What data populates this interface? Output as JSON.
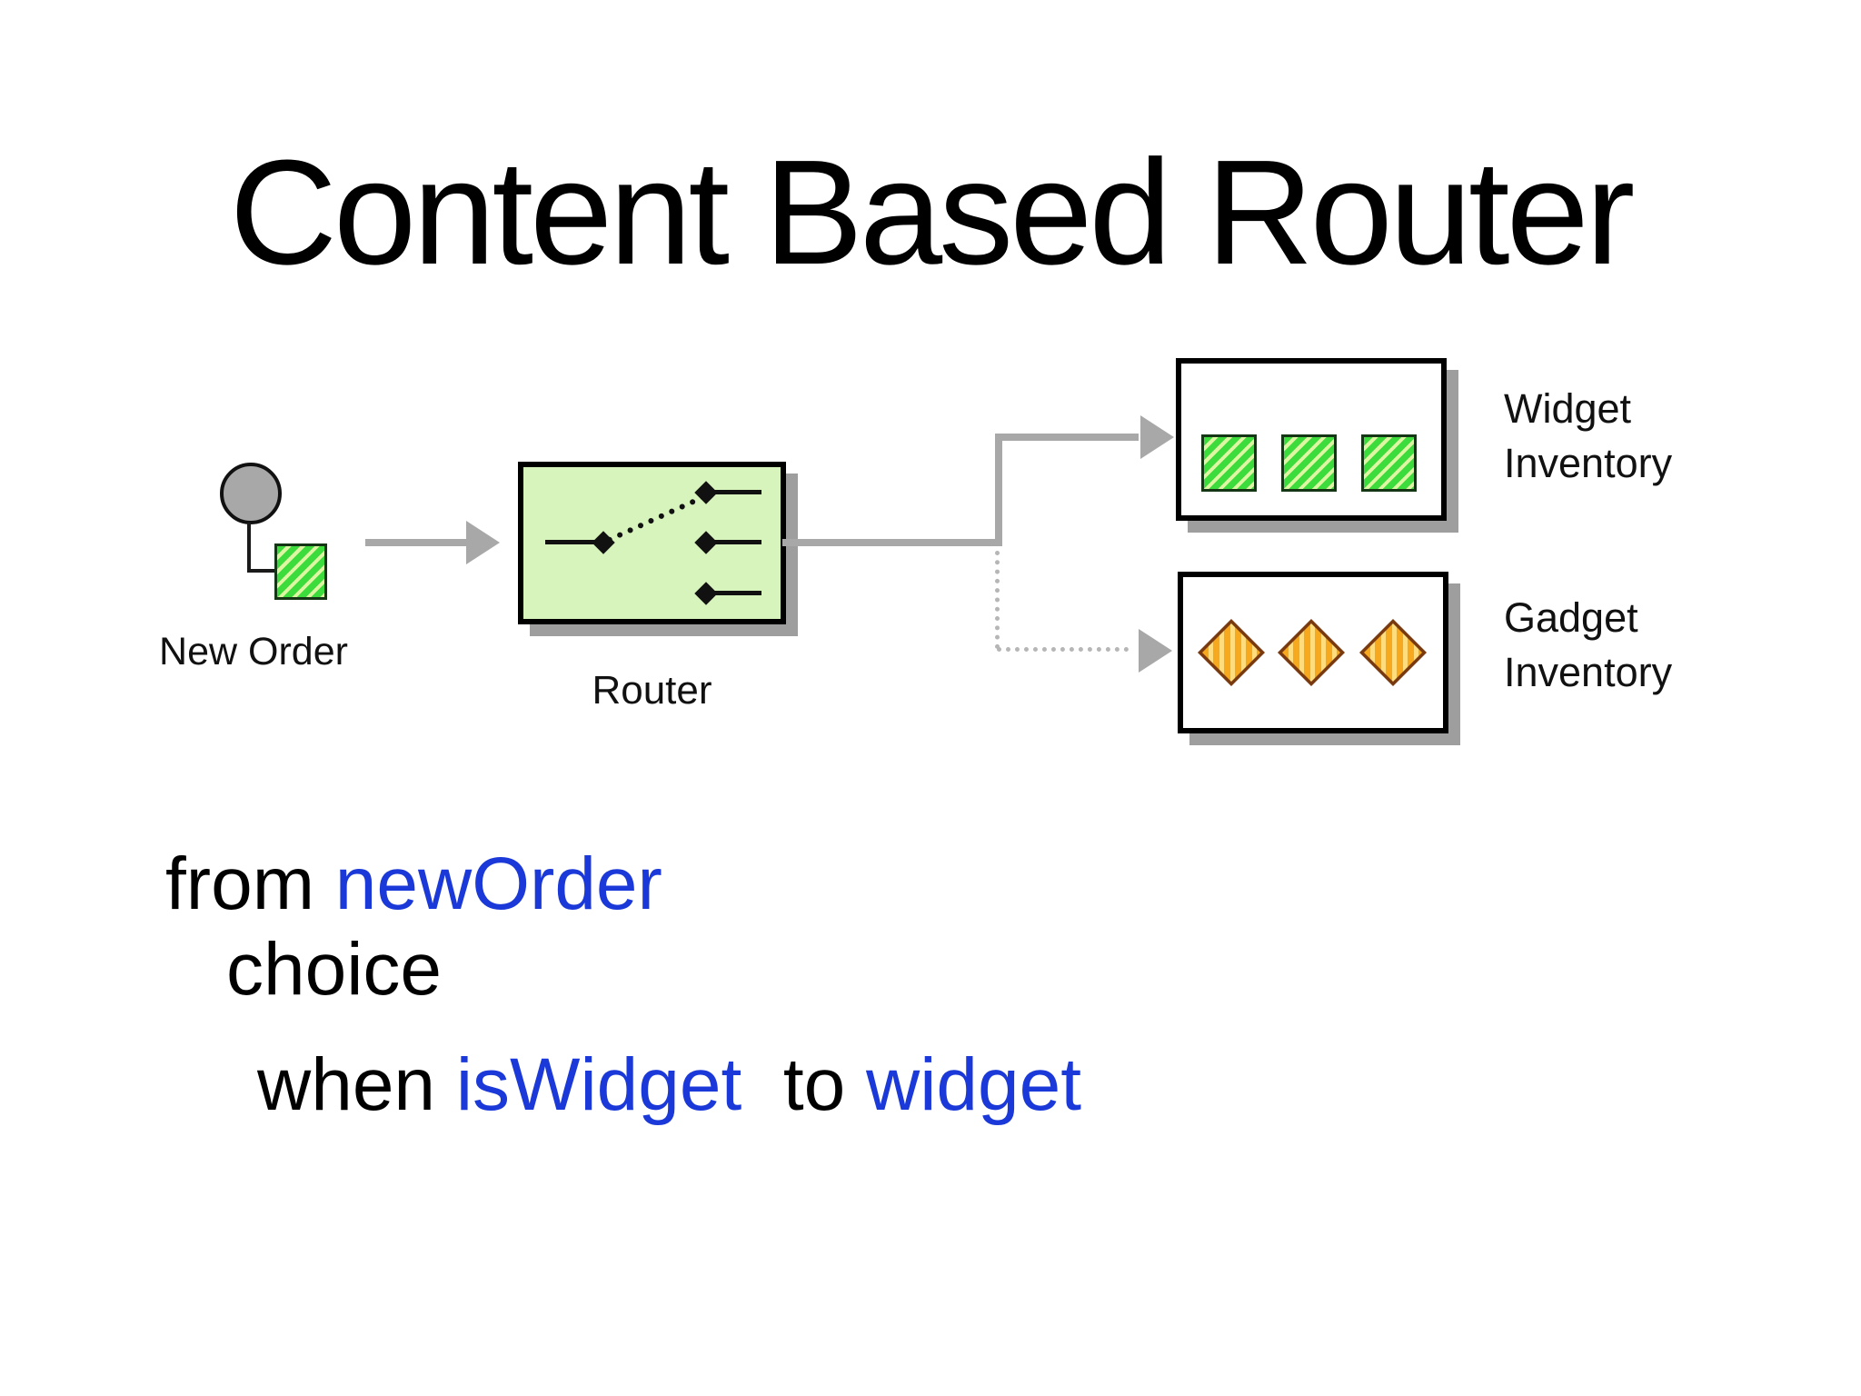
{
  "slide": {
    "title": "Content Based Router",
    "background_color": "#ffffff"
  },
  "diagram": {
    "new_order": {
      "label": "New Order",
      "icon": "message-with-channel",
      "message_shape": "green-hatched-square"
    },
    "router": {
      "label": "Router",
      "icon": "switch",
      "fill_color": "#d7f4bc",
      "output_count": 3
    },
    "widget_inventory": {
      "label": "Widget\nInventory",
      "message_count": 3,
      "message_shape": "green-hatched-square"
    },
    "gadget_inventory": {
      "label": "Gadget\nInventory",
      "message_count": 3,
      "message_shape": "orange-striped-diamond"
    },
    "connections": [
      {
        "from": "new_order",
        "to": "router",
        "style": "solid-gray-arrow"
      },
      {
        "from": "router",
        "to": "widget_inventory",
        "style": "solid-gray-arrow"
      },
      {
        "from": "router",
        "to": "gadget_inventory",
        "style": "dotted-gray-arrow"
      }
    ]
  },
  "code": {
    "line1": {
      "plain": "from ",
      "keyword": "newOrder"
    },
    "line2": {
      "plain": "choice"
    },
    "line3": {
      "plain1": "when ",
      "keyword1": "isWidget",
      "plain2": "  to ",
      "keyword2": "widget"
    }
  },
  "colors": {
    "keyword_blue": "#1b39d8",
    "connector_gray": "#a8a8a8",
    "router_fill": "#d7f4bc",
    "widget_green": "#3bdc3b",
    "widget_stripe": "#dcf6a2",
    "gadget_orange": "#f6a81e",
    "gadget_stripe": "#ffdc7c",
    "shadow_gray": "#9e9e9e"
  }
}
